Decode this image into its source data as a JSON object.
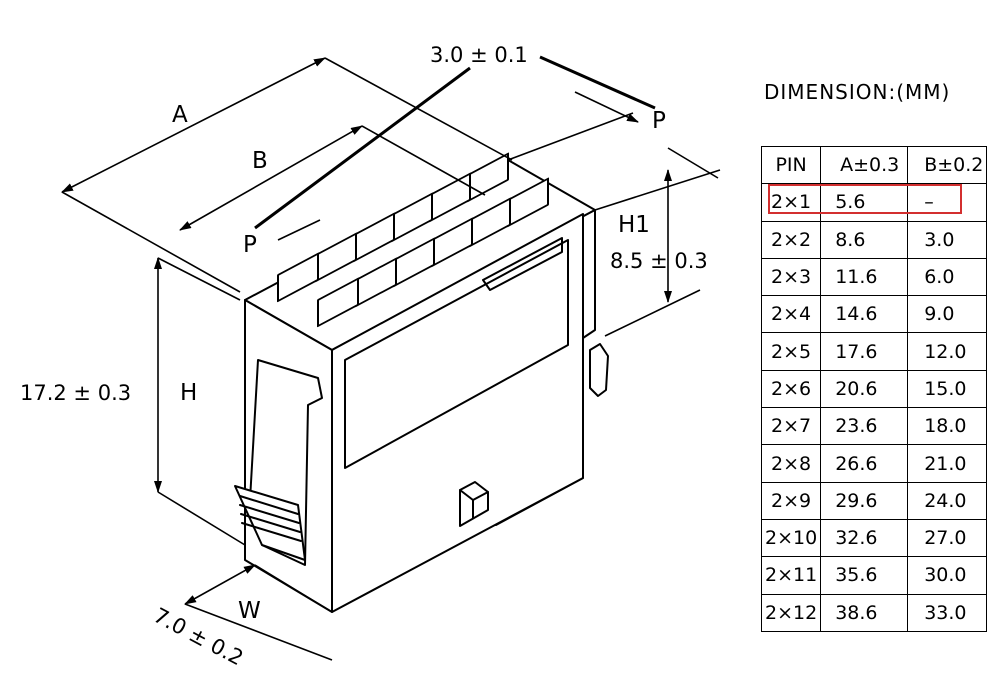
{
  "labels": {
    "pitch": "3.0 ± 0.1",
    "a": "A",
    "b": "B",
    "p_top": "P",
    "p_left": "P",
    "h1": "H1",
    "h1_value": "8.5 ± 0.3",
    "height": "17.2 ± 0.3",
    "h": "H",
    "width": "W",
    "width_value": "7.0 ± 0.2"
  },
  "table": {
    "title": "DIMENSION:(MM)",
    "headers": [
      "PIN",
      "A±0.3",
      "B±0.2"
    ],
    "rows": [
      [
        "2×1",
        "5.6",
        "–"
      ],
      [
        "2×2",
        "8.6",
        "3.0"
      ],
      [
        "2×3",
        "11.6",
        "6.0"
      ],
      [
        "2×4",
        "14.6",
        "9.0"
      ],
      [
        "2×5",
        "17.6",
        "12.0"
      ],
      [
        "2×6",
        "20.6",
        "15.0"
      ],
      [
        "2×7",
        "23.6",
        "18.0"
      ],
      [
        "2×8",
        "26.6",
        "21.0"
      ],
      [
        "2×9",
        "29.6",
        "24.0"
      ],
      [
        "2×10",
        "32.6",
        "27.0"
      ],
      [
        "2×11",
        "35.6",
        "30.0"
      ],
      [
        "2×12",
        "38.6",
        "33.0"
      ]
    ],
    "highlight_color": "#d32f2f"
  }
}
